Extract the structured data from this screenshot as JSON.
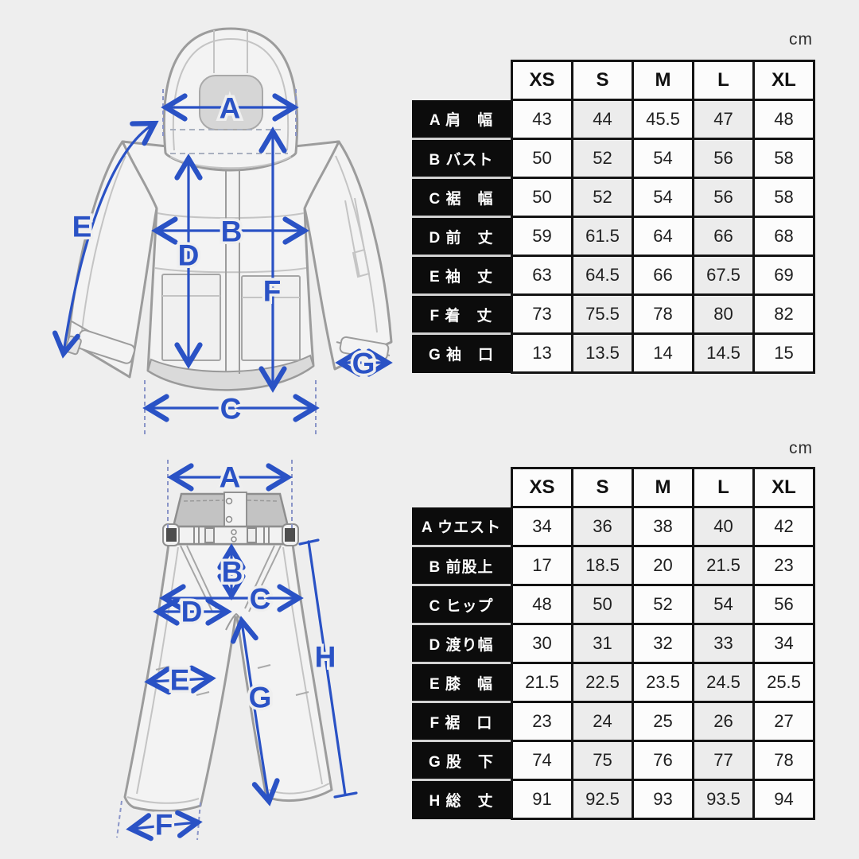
{
  "colors": {
    "accent_blue": "#2a52c5",
    "background": "#eeeeee",
    "table_border": "#141414",
    "row_label_bg": "#0c0c0c",
    "garment_outline": "#9c9c9c"
  },
  "jacket_diagram": {
    "letters": [
      "A",
      "B",
      "C",
      "D",
      "E",
      "F",
      "G"
    ]
  },
  "pants_diagram": {
    "letters": [
      "A",
      "B",
      "C",
      "D",
      "E",
      "F",
      "G",
      "H"
    ]
  },
  "jacket_table": {
    "unit": "cm",
    "sizes": [
      "XS",
      "S",
      "M",
      "L",
      "XL"
    ],
    "rows": [
      {
        "label": "A 肩　幅",
        "values": [
          "43",
          "44",
          "45.5",
          "47",
          "48"
        ]
      },
      {
        "label": "B バスト",
        "values": [
          "50",
          "52",
          "54",
          "56",
          "58"
        ]
      },
      {
        "label": "C 裾　幅",
        "values": [
          "50",
          "52",
          "54",
          "56",
          "58"
        ]
      },
      {
        "label": "D 前　丈",
        "values": [
          "59",
          "61.5",
          "64",
          "66",
          "68"
        ]
      },
      {
        "label": "E 袖　丈",
        "values": [
          "63",
          "64.5",
          "66",
          "67.5",
          "69"
        ]
      },
      {
        "label": "F 着　丈",
        "values": [
          "73",
          "75.5",
          "78",
          "80",
          "82"
        ]
      },
      {
        "label": "G 袖　口",
        "values": [
          "13",
          "13.5",
          "14",
          "14.5",
          "15"
        ]
      }
    ]
  },
  "pants_table": {
    "unit": "cm",
    "sizes": [
      "XS",
      "S",
      "M",
      "L",
      "XL"
    ],
    "rows": [
      {
        "label": "A ウエスト",
        "values": [
          "34",
          "36",
          "38",
          "40",
          "42"
        ]
      },
      {
        "label": "B 前股上",
        "values": [
          "17",
          "18.5",
          "20",
          "21.5",
          "23"
        ]
      },
      {
        "label": "C ヒップ",
        "values": [
          "48",
          "50",
          "52",
          "54",
          "56"
        ]
      },
      {
        "label": "D 渡り幅",
        "values": [
          "30",
          "31",
          "32",
          "33",
          "34"
        ]
      },
      {
        "label": "E 膝　幅",
        "values": [
          "21.5",
          "22.5",
          "23.5",
          "24.5",
          "25.5"
        ]
      },
      {
        "label": "F 裾　口",
        "values": [
          "23",
          "24",
          "25",
          "26",
          "27"
        ]
      },
      {
        "label": "G 股　下",
        "values": [
          "74",
          "75",
          "76",
          "77",
          "78"
        ]
      },
      {
        "label": "H 総　丈",
        "values": [
          "91",
          "92.5",
          "93",
          "93.5",
          "94"
        ]
      }
    ]
  }
}
